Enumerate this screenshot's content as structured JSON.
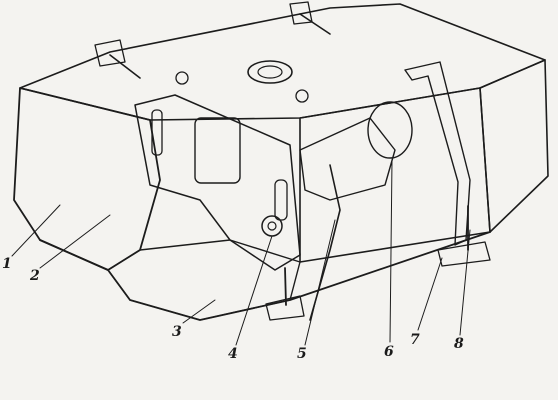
{
  "figure": {
    "callouts": [
      {
        "id": "1",
        "label": "1"
      },
      {
        "id": "2",
        "label": "2"
      },
      {
        "id": "3",
        "label": "3"
      },
      {
        "id": "4",
        "label": "4"
      },
      {
        "id": "5",
        "label": "5"
      },
      {
        "id": "6",
        "label": "6"
      },
      {
        "id": "7",
        "label": "7"
      },
      {
        "id": "8",
        "label": "8"
      }
    ],
    "colors": {
      "ink": "#1c1c1c",
      "paper": "#f4f3f0"
    }
  }
}
